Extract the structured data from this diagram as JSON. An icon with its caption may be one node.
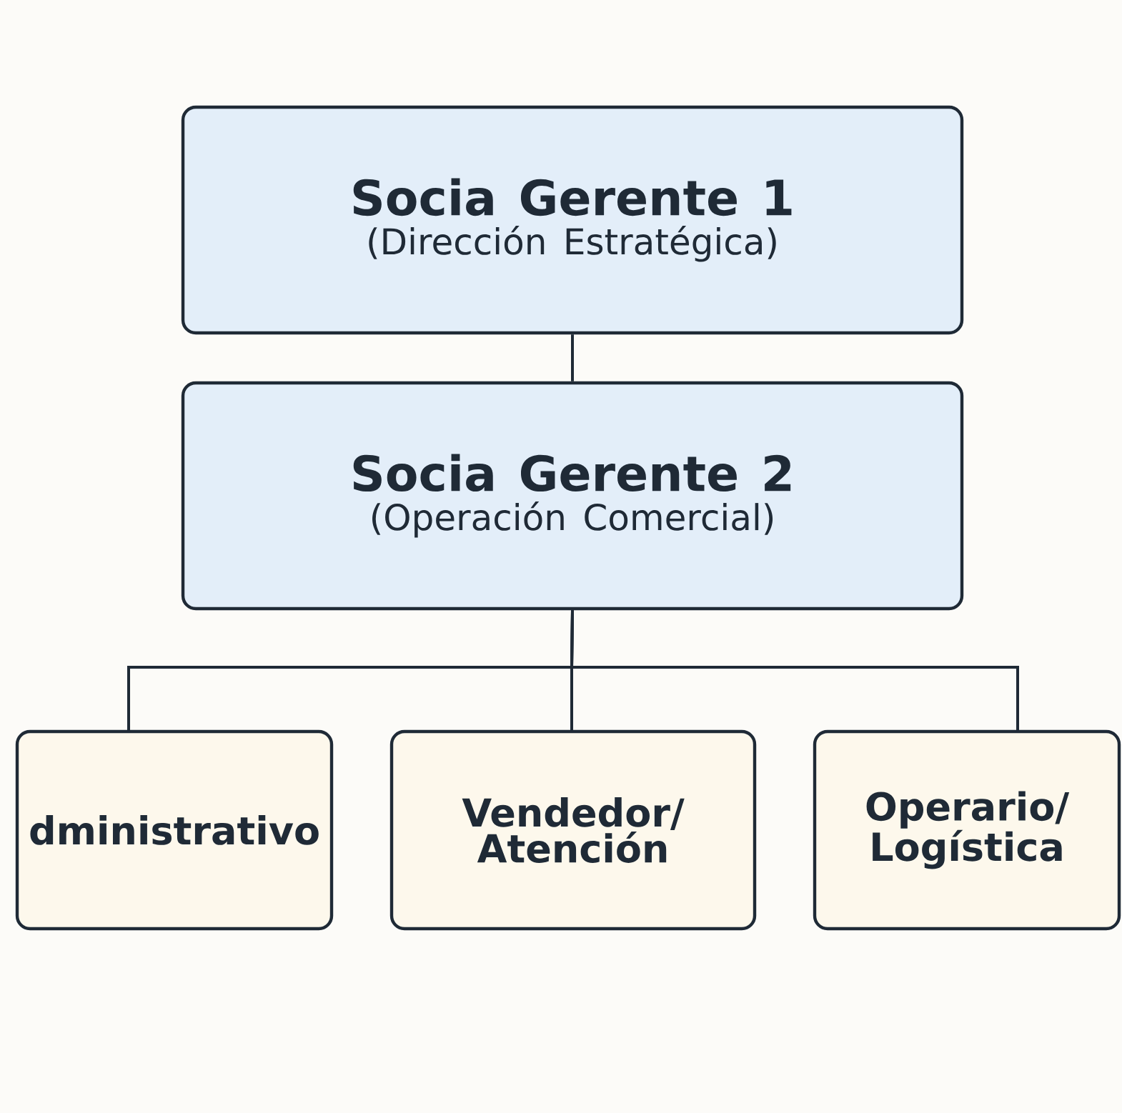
{
  "diagram": {
    "nodes": [
      {
        "text": [
          "Socia Gerente 1",
          "(Dirección Estratégica)"
        ]
      },
      {
        "text": [
          "Socia Gerente 2",
          "(Operación Comercial)"
        ]
      },
      {
        "text": [
          "dministrativo"
        ]
      },
      {
        "text": [
          "Vendedor/ Atención"
        ]
      },
      {
        "text": [
          "Operario/ Logística"
        ]
      }
    ],
    "edges": [
      {
        "from": 0,
        "to": 1,
        "arrow": "none"
      },
      {
        "from": 1,
        "to": 2,
        "arrow": "none"
      },
      {
        "from": 1,
        "to": 3,
        "arrow": "none"
      },
      {
        "from": 1,
        "to": 4,
        "arrow": "none"
      }
    ]
  }
}
